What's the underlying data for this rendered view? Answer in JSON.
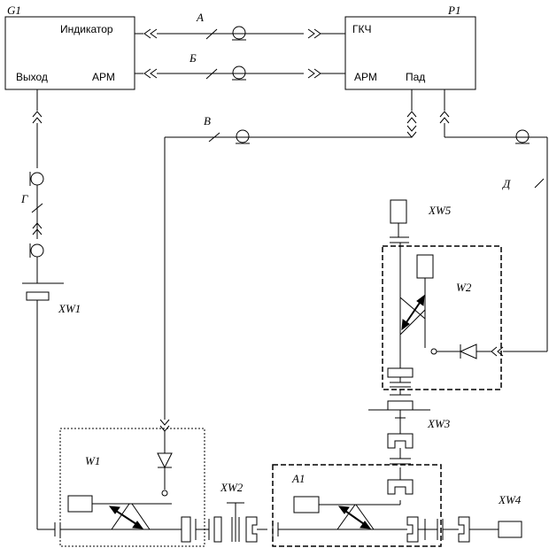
{
  "devices": {
    "g1": {
      "ref": "G1",
      "indicator": "Индикатор",
      "output": "Выход",
      "arm": "АРМ"
    },
    "p1": {
      "ref": "P1",
      "gkch": "ГКЧ",
      "arm": "АРМ",
      "pad": "Пад"
    }
  },
  "cables": {
    "a": "А",
    "b": "Б",
    "v": "В",
    "g": "Г",
    "d": "Д"
  },
  "refs": {
    "xw1": "XW1",
    "xw2": "XW2",
    "xw3": "XW3",
    "xw4": "XW4",
    "xw5": "XW5",
    "w1": "W1",
    "w2": "W2",
    "a1": "A1"
  }
}
